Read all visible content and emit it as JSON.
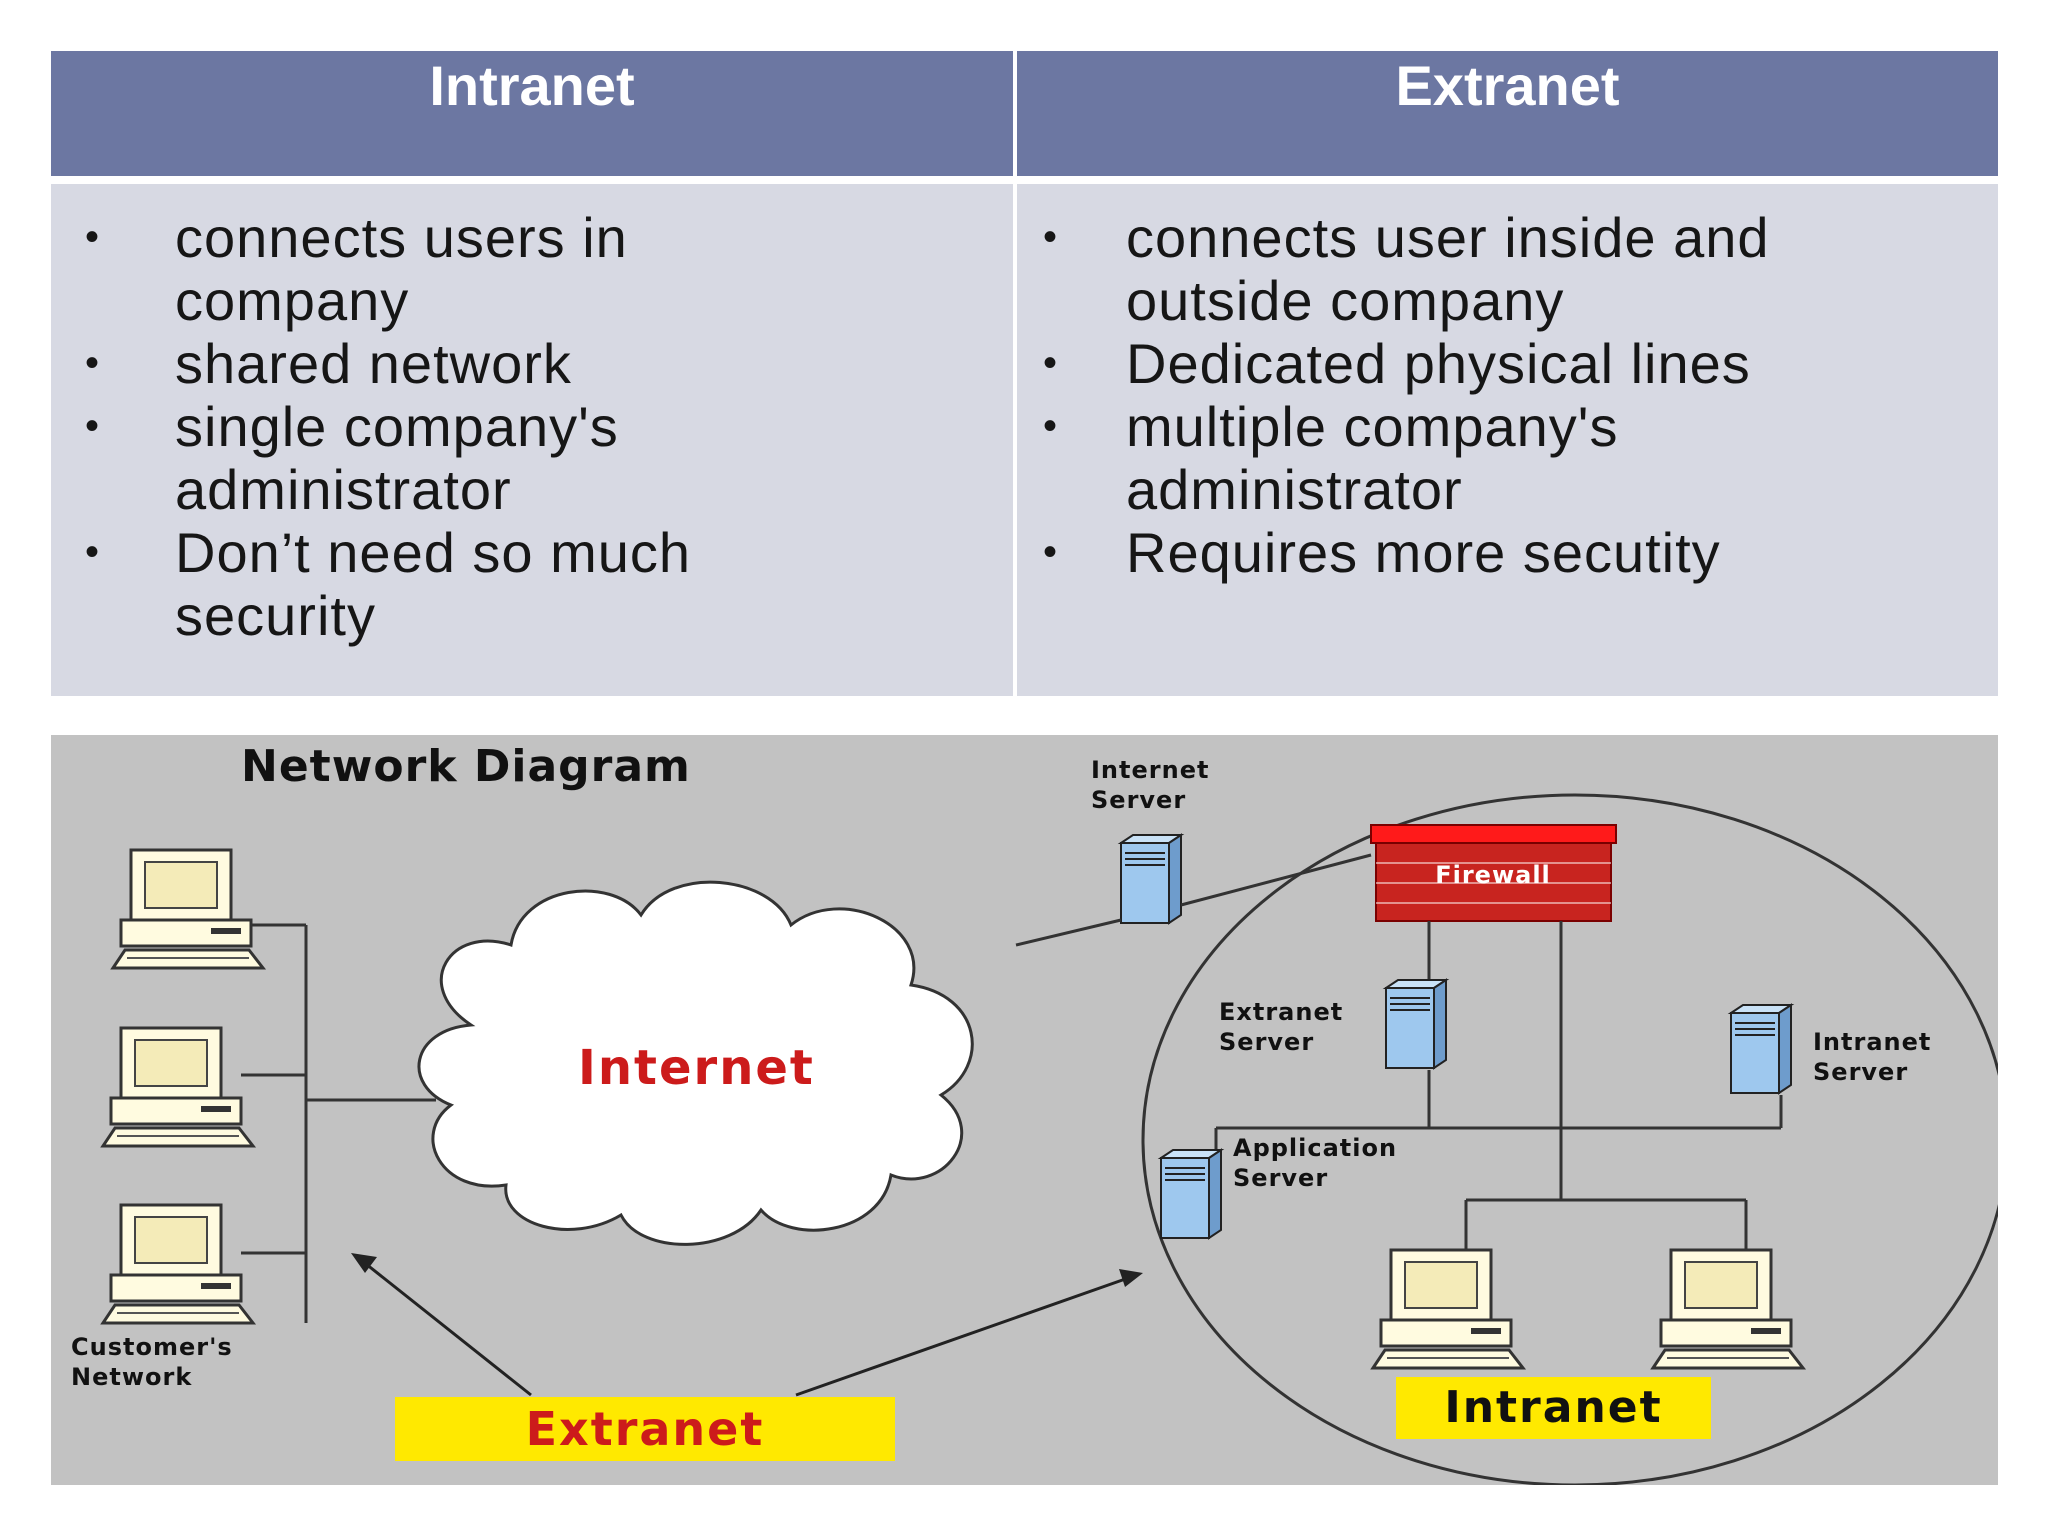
{
  "table": {
    "headers": {
      "left": "Intranet",
      "right": "Extranet"
    },
    "intranet_items": [
      "connects users in company",
      "shared network",
      "single company's administrator",
      "Don’t need so much security"
    ],
    "extranet_items": [
      "connects user inside and outside company",
      "Dedicated physical lines",
      "multiple company's administrator",
      "Requires more secutity"
    ],
    "bullet": "•",
    "colors": {
      "header_bg": "#6c77a2",
      "body_bg": "#d7d9e3"
    }
  },
  "diagram": {
    "title": "Network Diagram",
    "cloud_label": "Internet",
    "internet_server_label": "Internet Server",
    "firewall_label": "Firewall",
    "extranet_server_label": "Extranet Server",
    "intranet_server_label": "Intranet Server",
    "application_server_label": "Application Server",
    "customers_network_label": "Customer's Network",
    "extranet_label": "Extranet",
    "intranet_label": "Intranet",
    "colors": {
      "background": "#c2c2c2",
      "highlight": "#ffe900",
      "internet_text": "#cc1b1b",
      "firewall": "#c8241f",
      "server": "#9ec8ee"
    }
  }
}
